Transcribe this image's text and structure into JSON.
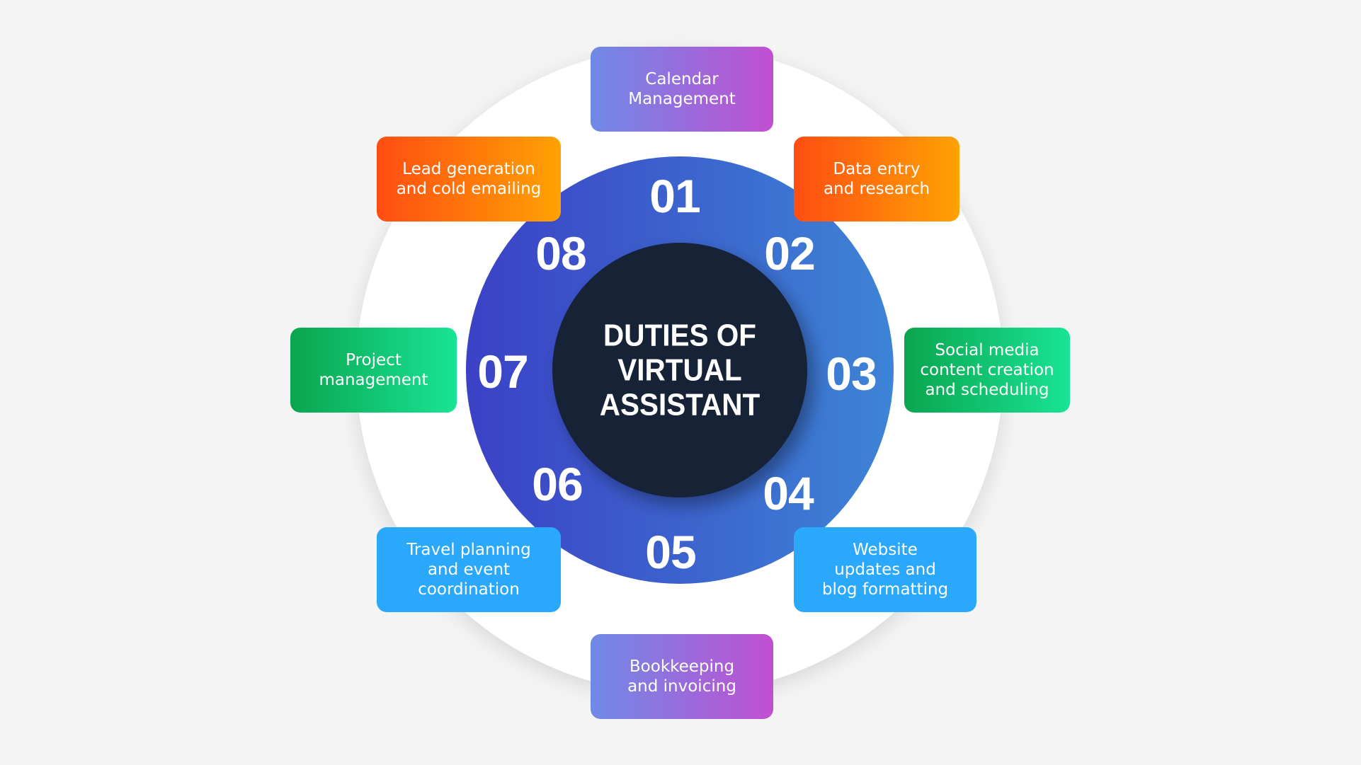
{
  "center": {
    "title_lines": [
      "DUTIES OF",
      "VIRTUAL",
      "ASSISTANT"
    ]
  },
  "numbers": [
    "01",
    "02",
    "03",
    "04",
    "05",
    "06",
    "07",
    "08"
  ],
  "duties": [
    {
      "lines": [
        "Calendar",
        "Management"
      ]
    },
    {
      "lines": [
        "Data entry",
        "and research"
      ]
    },
    {
      "lines": [
        "Social media",
        "content creation",
        "and scheduling"
      ]
    },
    {
      "lines": [
        "Website",
        "updates and",
        "blog formatting"
      ]
    },
    {
      "lines": [
        "Bookkeeping",
        "and invoicing"
      ]
    },
    {
      "lines": [
        "Travel planning",
        "and event",
        "coordination"
      ]
    },
    {
      "lines": [
        "Project",
        "management"
      ]
    },
    {
      "lines": [
        "Lead generation",
        "and cold emailing"
      ]
    }
  ],
  "colors": {
    "background": "#f4f4f4",
    "outer_ring": "#ffffff",
    "inner_ring_start": "#3b41c5",
    "inner_ring_end": "#3d84d6",
    "center_circle": "#152135",
    "purple_start": "#6f8ae6",
    "purple_end": "#c14fd1",
    "orange_start": "#ff4d12",
    "orange_end": "#ffa203",
    "green_start": "#0aa54e",
    "green_end": "#19e495",
    "blue": "#2aa8fb"
  }
}
